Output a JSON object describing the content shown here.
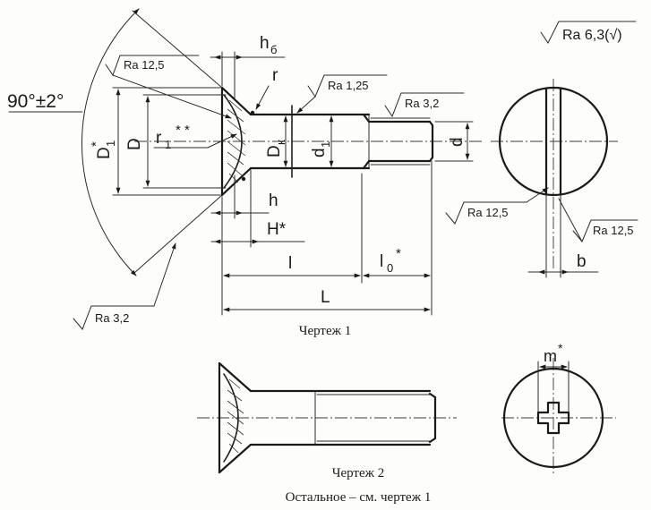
{
  "labels": {
    "angle": "90°±2°",
    "D1": "D",
    "D1_sub": "1",
    "D1_star": "*",
    "D": "D",
    "r1": "r",
    "r1_sub": "1",
    "r1_stars": "* *",
    "hb": "h",
    "hb_sub": "б",
    "r": "r",
    "Dk": "D",
    "Dk_sub": "к",
    "d1": "d",
    "d1_sub": "1",
    "d": "d",
    "h": "h",
    "H": "H*",
    "l": "l",
    "l0": "l",
    "l0_sub": "0",
    "l0_star": "*",
    "L": "L",
    "b": "b",
    "m": "m",
    "m_star": "*"
  },
  "roughness": {
    "general": "Ra 6,3(",
    "general_check": "√",
    "general_close": ")",
    "head_top": "Ra 12,5",
    "shank": "Ra 1,25",
    "thread": "Ra 3,2",
    "countersink": "Ra 3,2",
    "slot_side": "Ra 12,5",
    "slot_bottom": "Ra 12,5"
  },
  "captions": {
    "drawing1": "Чертеж 1",
    "drawing2": "Чертеж 2",
    "rest": "Остальное – см. чертеж 1"
  }
}
